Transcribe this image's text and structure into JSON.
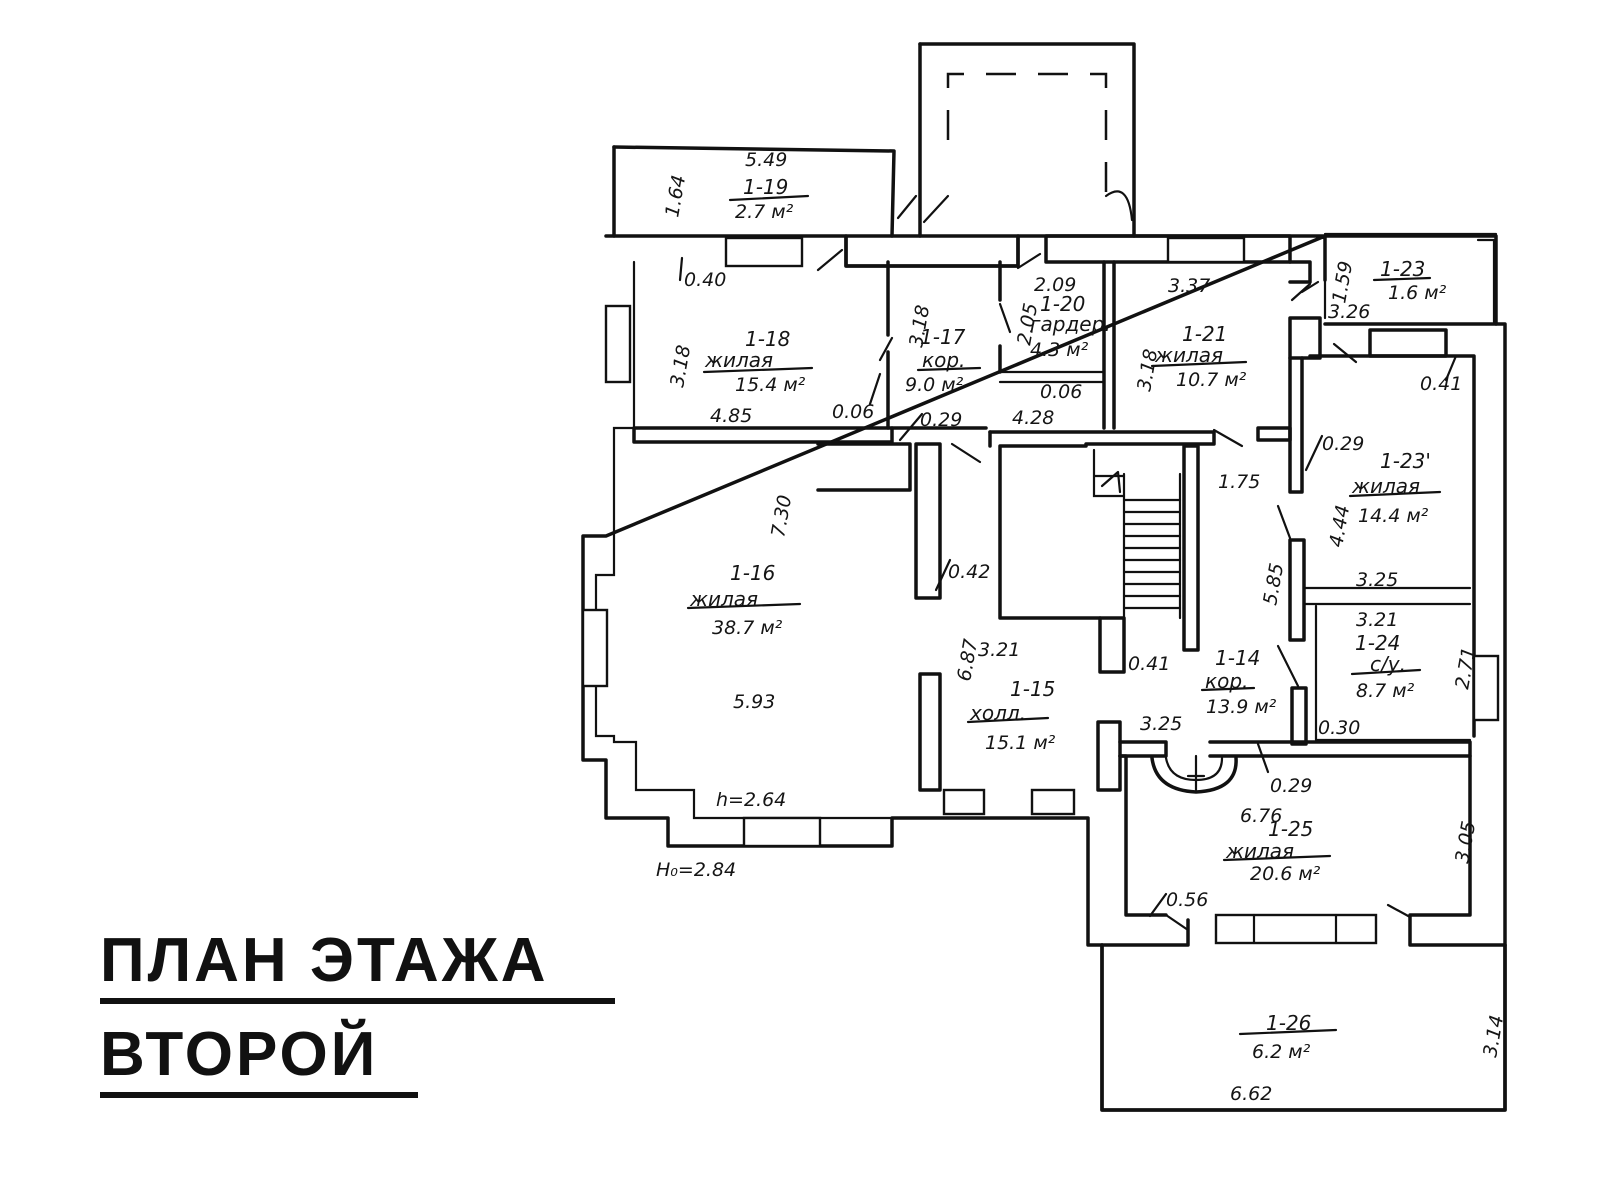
{
  "title": {
    "line1": "ПЛАН ЭТАЖА",
    "line2": "ВТОРОЙ"
  },
  "rooms": [
    {
      "key": "r19",
      "id": "1-19",
      "area": "2.7 м²"
    },
    {
      "key": "r18",
      "id": "1-18",
      "name": "жилая",
      "area": "15.4 м²"
    },
    {
      "key": "r17",
      "id": "1-17",
      "name": "кор.",
      "area": "9.0 м²"
    },
    {
      "key": "r20",
      "id": "1-20",
      "name": "гардер.",
      "area": "4.3 м²"
    },
    {
      "key": "r21",
      "id": "1-21",
      "name": "жилая",
      "area": "10.7 м²"
    },
    {
      "key": "r23",
      "id": "1-23",
      "area": "1.6 м²"
    },
    {
      "key": "r23b",
      "id": "1-23'",
      "name": "жилая",
      "area": "14.4 м²"
    },
    {
      "key": "r16",
      "id": "1-16",
      "name": "жилая",
      "area": "38.7 м²"
    },
    {
      "key": "r15",
      "id": "1-15",
      "name": "холл.",
      "area": "15.1 м²"
    },
    {
      "key": "r14",
      "id": "1-14",
      "name": "кор.",
      "area": "13.9 м²"
    },
    {
      "key": "r24",
      "id": "1-24",
      "name": "с/у.",
      "area": "8.7 м²"
    },
    {
      "key": "r25",
      "id": "1-25",
      "name": "жилая",
      "area": "20.6 м²"
    },
    {
      "key": "r26",
      "id": "1-26",
      "area": "6.2 м²"
    }
  ],
  "dimensions": [
    "5.49",
    "1.64",
    "0.40",
    "3.18",
    "4.85",
    "0.06",
    "0.29",
    "3.18",
    "2.05",
    "2.09",
    "0.06",
    "4.28",
    "3.18",
    "3.37",
    "1.59",
    "3.26",
    "0.41",
    "0.29",
    "1.75",
    "4.44",
    "7.30",
    "0.42",
    "5.85",
    "3.25",
    "3.21",
    "2.71",
    "6.87",
    "3.21",
    "0.41",
    "5.93",
    "3.25",
    "0.30",
    "0.29",
    "6.76",
    "3.05",
    "0.56",
    "3.14",
    "6.62"
  ],
  "heights": {
    "room": "h=2.64",
    "floor": "H₀=2.84"
  }
}
